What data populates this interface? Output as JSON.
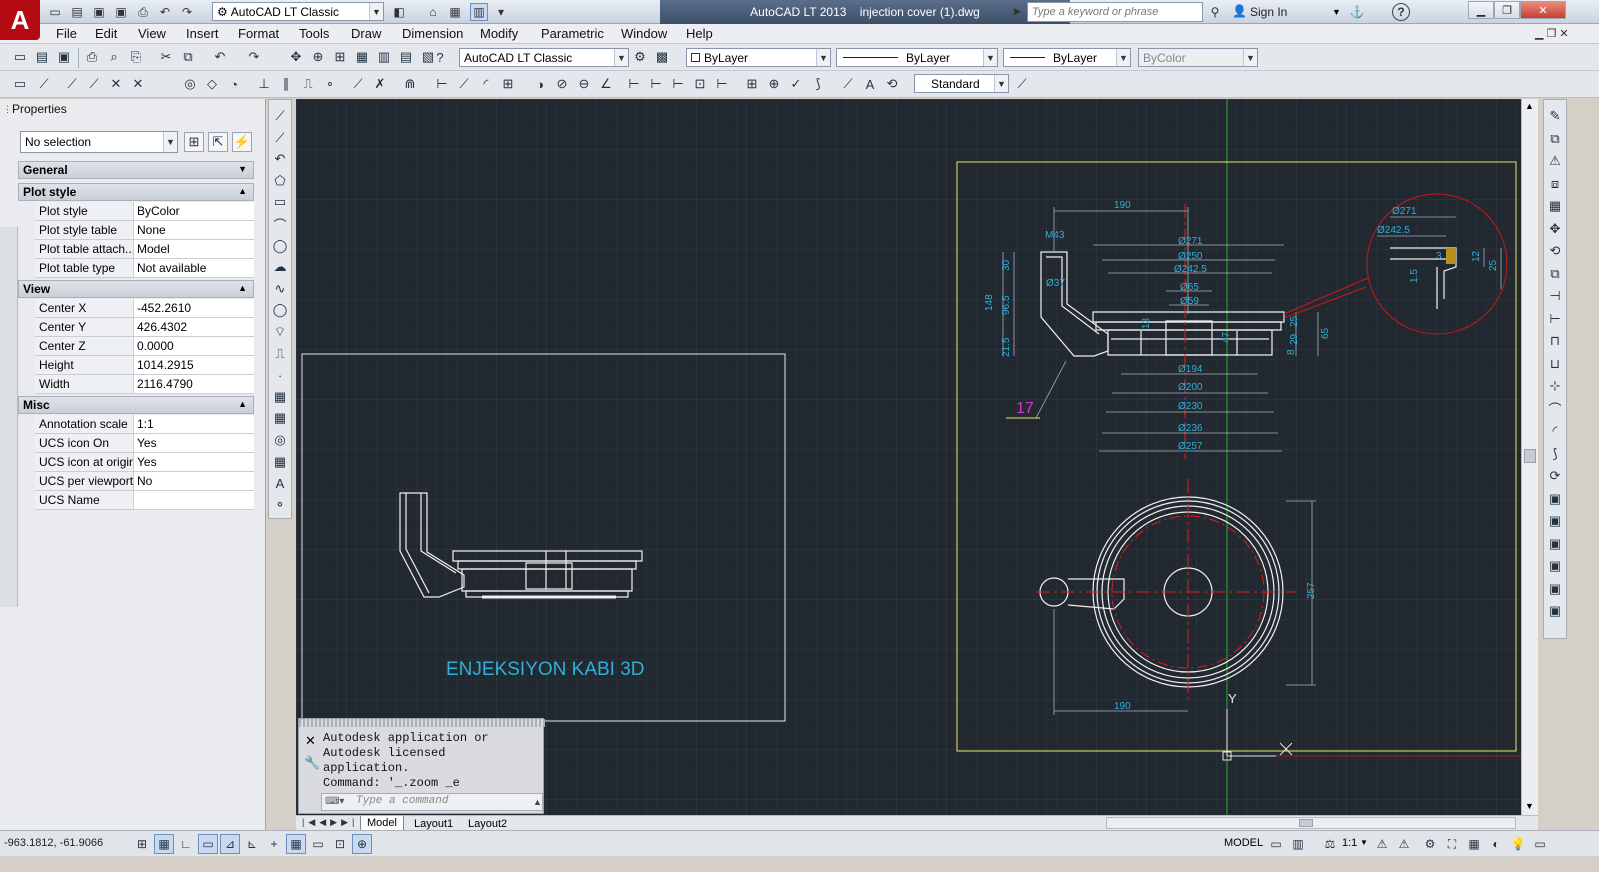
{
  "window": {
    "title": "AutoCAD LT 2013    injection cover (1).dwg",
    "logo_letter": "A",
    "workspace": "AutoCAD LT Classic",
    "search_placeholder": "Type a keyword or phrase",
    "sign_in": "Sign In",
    "help_icon": "?"
  },
  "menu": [
    "File",
    "Edit",
    "View",
    "Insert",
    "Format",
    "Tools",
    "Draw",
    "Dimension",
    "Modify",
    "Parametric",
    "Window",
    "Help"
  ],
  "toolbar": {
    "workspace_combo": "AutoCAD LT Classic",
    "layer_color": "ByLayer",
    "linetype": "ByLayer",
    "lineweight": "ByLayer",
    "plotstyle": "ByColor",
    "text_style": "Standard"
  },
  "properties": {
    "title": "Properties",
    "selection": "No selection",
    "sections": {
      "general": "General",
      "plot_style": "Plot style",
      "view": "View",
      "misc": "Misc"
    },
    "plot_style_rows": [
      {
        "k": "Plot style",
        "v": "ByColor"
      },
      {
        "k": "Plot style table",
        "v": "None"
      },
      {
        "k": "Plot table attach...",
        "v": "Model"
      },
      {
        "k": "Plot table type",
        "v": "Not available"
      }
    ],
    "view_rows": [
      {
        "k": "Center X",
        "v": "-452.2610"
      },
      {
        "k": "Center Y",
        "v": "426.4302"
      },
      {
        "k": "Center Z",
        "v": "0.0000"
      },
      {
        "k": "Height",
        "v": "1014.2915"
      },
      {
        "k": "Width",
        "v": "2116.4790"
      }
    ],
    "misc_rows": [
      {
        "k": "Annotation scale",
        "v": "1:1"
      },
      {
        "k": "UCS icon On",
        "v": "Yes"
      },
      {
        "k": "UCS icon at origin",
        "v": "Yes"
      },
      {
        "k": "UCS per viewport",
        "v": "No"
      },
      {
        "k": "UCS Name",
        "v": ""
      }
    ]
  },
  "drawing": {
    "label_3d": "ENJEKSIYON KABI 3D",
    "dims": {
      "d190_top": "190",
      "m43": "M43",
      "d271": "Ø271",
      "d250": "Ø250",
      "d2425": "Ø242.5",
      "d65": "Ø65",
      "d59": "Ø59",
      "d37": "Ø37",
      "v30": "30",
      "v148": "148",
      "v965": "96.5",
      "v215": "21.5",
      "v13": "13",
      "v47": "47",
      "v25": "25",
      "v29": "29",
      "v8": "8",
      "v65": "65",
      "d194": "Ø194",
      "d200": "Ø200",
      "d230": "Ø230",
      "d236": "Ø236",
      "d257": "Ø257",
      "label17": "17",
      "det_d271": "Ø271",
      "det_d2425": "Ø242.5",
      "det_3": "3",
      "det_12": "12",
      "det_25": "25",
      "det_15": "1.5",
      "v257": "257",
      "d190_bottom": "190",
      "ucs_y": "Y"
    }
  },
  "command": {
    "history": "Autodesk application or\nAutodesk licensed\napplication.\nCommand: '_.zoom _e",
    "placeholder": "Type a command"
  },
  "layout_tabs": [
    "Model",
    "Layout1",
    "Layout2"
  ],
  "status": {
    "coords": "-963.1812, -61.9066",
    "model": "MODEL",
    "scale": "1:1"
  },
  "colors": {
    "canvas": "#212830",
    "dim": "#2fb0d8",
    "red": "#e01e1e",
    "green": "#2aa82a",
    "yellow": "#e8e86a",
    "magenta": "#d23ad2"
  }
}
